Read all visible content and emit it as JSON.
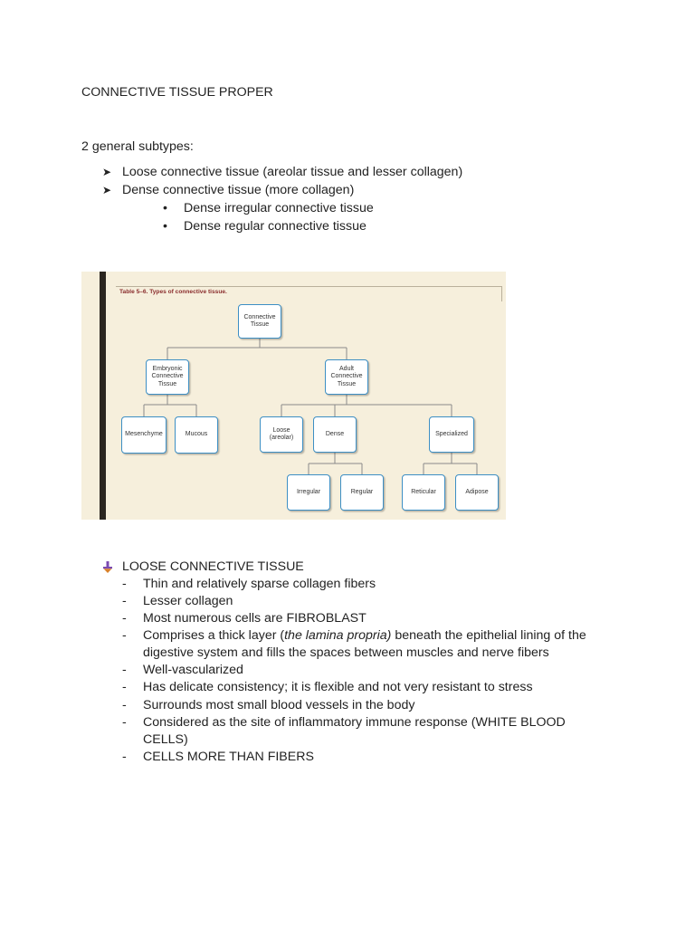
{
  "title": "CONNECTIVE TISSUE PROPER",
  "subtypes_label": "2 general subtypes:",
  "subtypes": [
    "Loose connective tissue (areolar tissue and lesser collagen)",
    "Dense connective tissue (more collagen)"
  ],
  "dense_types": [
    "Dense irregular connective tissue",
    "Dense regular connective tissue"
  ],
  "figure": {
    "caption": "Table 5–6. Types of connective tissue.",
    "nodes": {
      "connective": "Connective\nTissue",
      "embryonic": "Embryonic\nConnective\nTissue",
      "adult": "Adult\nConnective\nTissue",
      "mesenchyme": "Mesenchyme",
      "mucous": "Mucous",
      "loose": "Loose\n(areolar)",
      "dense": "Dense",
      "specialized": "Specialized",
      "irregular": "Irregular",
      "regular": "Regular",
      "reticular": "Reticular",
      "adipose": "Adipose"
    }
  },
  "loose_section": {
    "heading": "LOOSE CONNECTIVE TISSUE",
    "items": [
      {
        "text": "Thin and relatively sparse collagen fibers"
      },
      {
        "text": "Lesser collagen"
      },
      {
        "text": "Most numerous cells are FIBROBLAST"
      },
      {
        "pre": "Comprises a thick layer (",
        "em": "the lamina propria)",
        "post": " beneath the epithelial lining of the digestive system and fills the spaces between muscles and nerve fibers"
      },
      {
        "text": "Well-vascularized"
      },
      {
        "text": "Has delicate consistency; it is flexible and not very resistant to stress"
      },
      {
        "text": "Surrounds most small blood vessels in the body"
      },
      {
        "text": "Considered as the site of inflammatory immune response (WHITE BLOOD CELLS)"
      },
      {
        "text": "CELLS MORE THAN FIBERS"
      }
    ]
  },
  "markers": {
    "arrow": "➤",
    "bullet": "•",
    "dash": "-"
  },
  "colors": {
    "node_border": "#3d8fc4",
    "figure_bg": "#f6efdc",
    "caption": "#8a2d2d"
  }
}
